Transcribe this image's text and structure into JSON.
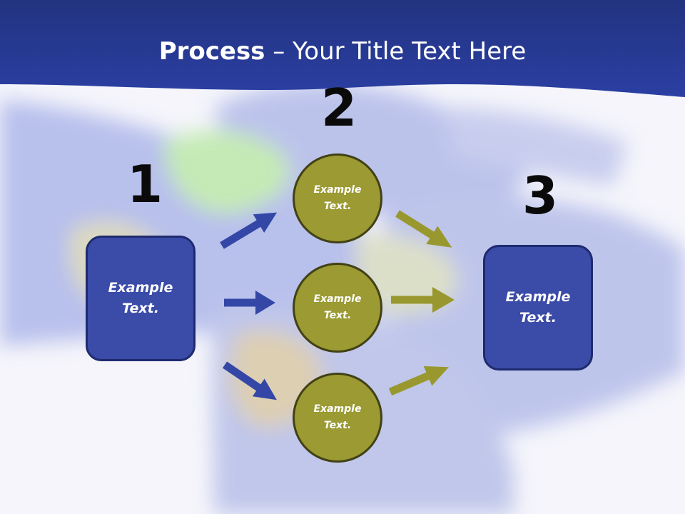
{
  "slide": {
    "title_bold": "Process",
    "title_rest": " – Your Title Text Here",
    "colors": {
      "header_band": "#233489",
      "box_fill": "#3b4ba8",
      "box_border": "#1f2a6e",
      "circle_fill": "#9b9a33",
      "circle_border": "#424115",
      "arrow_blue": "#3447a6",
      "arrow_olive": "#99982f"
    }
  },
  "steps": {
    "step1": {
      "number": "1",
      "box_text": "Example Text."
    },
    "step2": {
      "number": "2",
      "circles": [
        {
          "text": "Example Text."
        },
        {
          "text": "Example Text."
        },
        {
          "text": "Example Text."
        }
      ]
    },
    "step3": {
      "number": "3",
      "box_text": "Example Text."
    }
  },
  "icons": [
    "arrow-right-icon"
  ]
}
